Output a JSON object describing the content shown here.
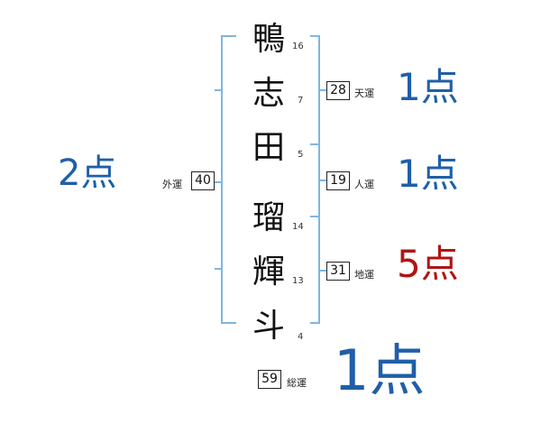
{
  "name_characters": [
    {
      "char": "鴨",
      "strokes": "16"
    },
    {
      "char": "志",
      "strokes": "7"
    },
    {
      "char": "田",
      "strokes": "5"
    },
    {
      "char": "瑠",
      "strokes": "14"
    },
    {
      "char": "輝",
      "strokes": "13"
    },
    {
      "char": "斗",
      "strokes": "4"
    }
  ],
  "fortunes": {
    "tenkaku": {
      "label": "天運",
      "value": "28",
      "score": "1点"
    },
    "jinkaku": {
      "label": "人運",
      "value": "19",
      "score": "1点"
    },
    "chikaku": {
      "label": "地運",
      "value": "31",
      "score": "5点"
    },
    "gaikaku": {
      "label": "外運",
      "value": "40",
      "score": "2点"
    },
    "soukaku": {
      "label": "総運",
      "value": "59",
      "score": "1点"
    }
  },
  "colors": {
    "bracket": "#7fb6e0",
    "score_blue": "#1f5fa8",
    "score_red": "#b01515"
  }
}
